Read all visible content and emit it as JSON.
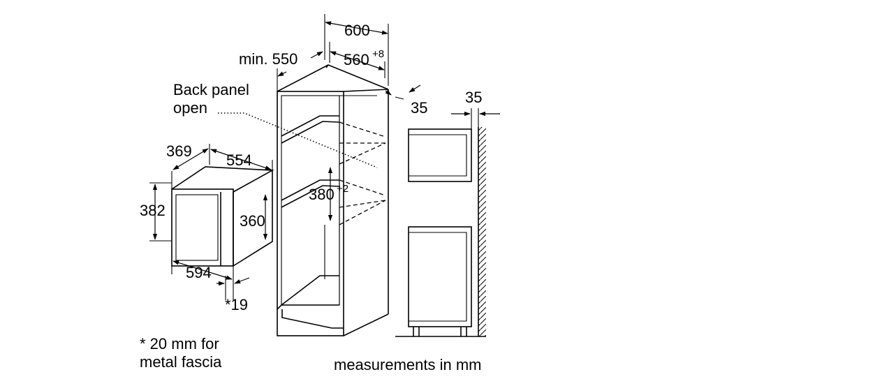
{
  "labels": {
    "width_600": "600",
    "min_depth": "min. 550",
    "inner_width": "560",
    "inner_width_tol": "+8",
    "back_gap": "35",
    "back_panel_line1": "Back panel",
    "back_panel_line2": "open",
    "side_gap": "35",
    "device_depth": "369",
    "device_top_width": "554",
    "device_height": "382",
    "device_inner_height": "360",
    "niche_height": "380",
    "niche_height_tol": "+2",
    "device_width": "594",
    "fascia": "*19",
    "footnote_line1": "* 20 mm for",
    "footnote_line2": "metal fascia",
    "units_note": "measurements in mm"
  }
}
